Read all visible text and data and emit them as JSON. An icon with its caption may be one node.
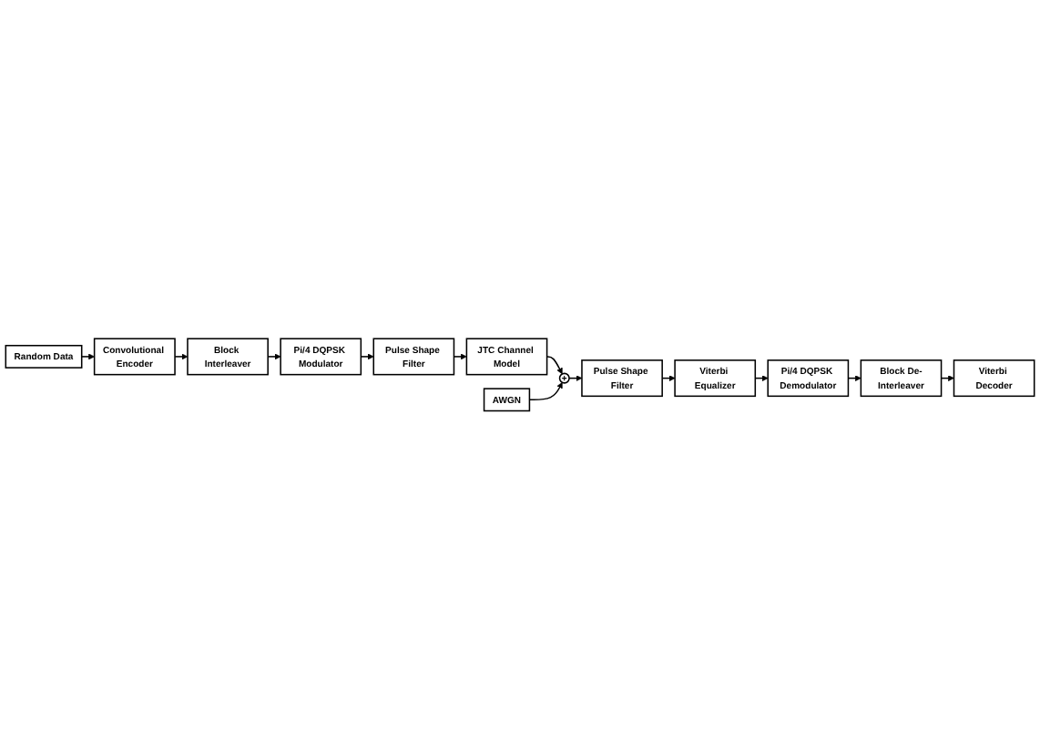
{
  "diagram": {
    "nodes": [
      {
        "text": [
          "Random Data"
        ]
      },
      {
        "text": [
          "Convolutional Encoder"
        ]
      },
      {
        "text": [
          "Block Interleaver"
        ]
      },
      {
        "text": [
          "Pi/4 DQPSK Modulator"
        ]
      },
      {
        "text": [
          "Pulse Shape Filter"
        ]
      },
      {
        "text": [
          "JTC Channel Model"
        ]
      },
      {
        "text": [
          "AWGN"
        ]
      },
      {
        "text": [
          "+"
        ]
      },
      {
        "text": [
          "Pulse Shape Filter"
        ]
      },
      {
        "text": [
          "Viterbi Equalizer"
        ]
      },
      {
        "text": [
          "Pi/4 DQPSK Demodulator"
        ]
      },
      {
        "text": [
          "Block De-Interleaver"
        ]
      },
      {
        "text": [
          "Viterbi Decoder"
        ]
      }
    ],
    "edges": [
      {
        "from": 0,
        "to": 1,
        "arrow": "to"
      },
      {
        "from": 1,
        "to": 2,
        "arrow": "to"
      },
      {
        "from": 2,
        "to": 3,
        "arrow": "to"
      },
      {
        "from": 3,
        "to": 4,
        "arrow": "to"
      },
      {
        "from": 4,
        "to": 5,
        "arrow": "to"
      },
      {
        "from": 5,
        "to": 7,
        "arrow": "to"
      },
      {
        "from": 6,
        "to": 7,
        "arrow": "to"
      },
      {
        "from": 7,
        "to": 8,
        "arrow": "to"
      },
      {
        "from": 8,
        "to": 9,
        "arrow": "to"
      },
      {
        "from": 9,
        "to": 10,
        "arrow": "to"
      },
      {
        "from": 10,
        "to": 11,
        "arrow": "to"
      },
      {
        "from": 11,
        "to": 12,
        "arrow": "to"
      }
    ]
  }
}
